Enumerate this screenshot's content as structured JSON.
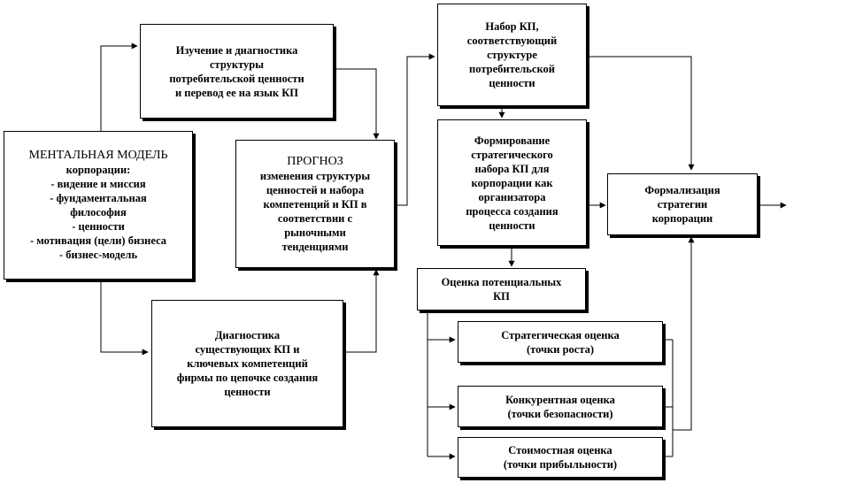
{
  "nodes": {
    "mental": {
      "lines": [
        "МЕНТАЛЬНАЯ МОДЕЛЬ",
        "корпорации:",
        "- видение и миссия",
        "- фундаментальная",
        "философия",
        "- ценности",
        "- мотивация (цели) бизнеса",
        "- бизнес-модель"
      ]
    },
    "study": {
      "lines": [
        "Изучение и диагностика",
        "структуры",
        "потребительской ценности",
        "и перевод ее на язык КП"
      ]
    },
    "diag": {
      "lines": [
        "Диагностика",
        "существующих КП и",
        "ключевых компетенций",
        "фирмы по цепочке создания",
        "ценности"
      ]
    },
    "prognoz": {
      "lines": [
        "ПРОГНОЗ",
        "изменения структуры",
        "ценностей и набора",
        "компетенций и КП в",
        "соответствии с",
        "рыночными",
        "тенденциями"
      ]
    },
    "nabor": {
      "lines": [
        "Набор КП,",
        "соответствующий",
        "структуре",
        "потребительской",
        "ценности"
      ]
    },
    "form": {
      "lines": [
        "Формирование",
        "стратегического",
        "набора КП для",
        "корпорации как",
        "организатора",
        "процесса создания",
        "ценности"
      ]
    },
    "ocenka": {
      "lines": [
        "Оценка потенциальных",
        "КП"
      ]
    },
    "strat": {
      "lines": [
        "Стратегическая оценка",
        "(точки роста)"
      ]
    },
    "konk": {
      "lines": [
        "Конкурентная оценка",
        "(точки безопасности)"
      ]
    },
    "stoim": {
      "lines": [
        "Стоимостная оценка",
        "(точки прибыльности)"
      ]
    },
    "formal": {
      "lines": [
        "Формализация",
        "стратегии",
        "корпорации"
      ]
    }
  }
}
